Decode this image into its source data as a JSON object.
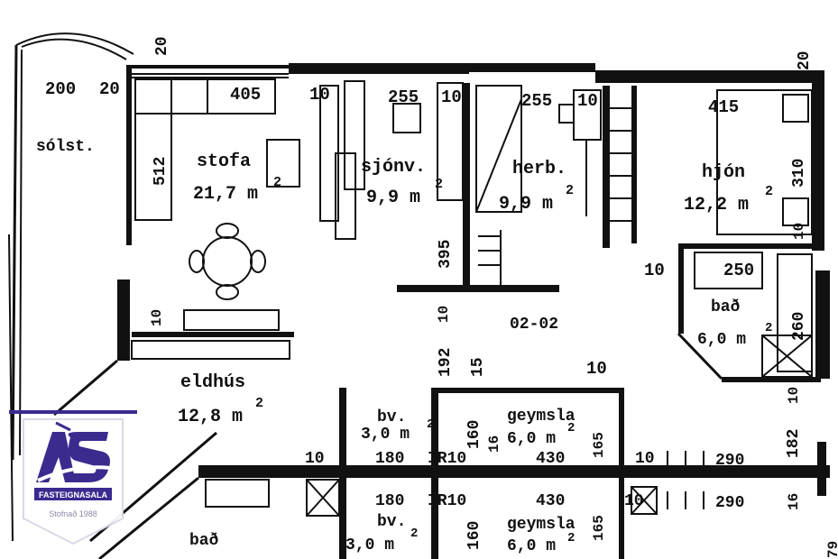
{
  "rooms": {
    "solstofa": "sólst.",
    "stofa": "stofa",
    "stofa_area": "21,7 m",
    "sjonv": "sjónv.",
    "sjonv_area": "9,9 m",
    "herb": "herb.",
    "herb_area": "9,9 m",
    "hjon": "hjón",
    "hjon_area": "12,2 m",
    "bad1": "bað",
    "bad1_area": "6,0 m",
    "eldhus": "eldhús",
    "eldhus_area": "12,8 m",
    "bv1": "bv.",
    "bv1_area": "3,0 m",
    "geymsla1": "geymsla",
    "geymsla1_area": "6,0 m",
    "bv2": "bv.",
    "bv2_area": "3,0 m",
    "geymsla2": "geymsla",
    "geymsla2_area": "6,0 m",
    "bad2": "bað",
    "sup": "2",
    "drawing_code": "02-02"
  },
  "dims": {
    "d200": "200",
    "d20a": "20",
    "d20b": "20",
    "d20c": "20",
    "d405": "405",
    "d10a": "10",
    "d255a": "255",
    "d10b": "10",
    "d255b": "255",
    "d10c": "10",
    "d415": "415",
    "d512": "512",
    "d310": "310",
    "d10d": "10",
    "d395": "395",
    "d10e": "10",
    "d250": "250",
    "d260": "260",
    "d10f": "10",
    "d10g": "10",
    "d192": "192",
    "d15": "15",
    "d10h": "10",
    "d10i": "10",
    "d182": "182",
    "d160a": "160",
    "d16a": "16",
    "d165a": "165",
    "d10j": "10",
    "d180a": "180",
    "ir10a": "IR10",
    "d430a": "430",
    "d10k": "10",
    "d290a": "290",
    "d180b": "180",
    "ir10b": "IR10",
    "d430b": "430",
    "d10l": "10",
    "d290b": "290",
    "d16b": "16",
    "d160b": "160",
    "d165b": "165",
    "d79": "79"
  },
  "logo": {
    "brand": "FASTEIGNASALA",
    "founded": "Stofnað 1988",
    "brand_color": "#3b2b8f"
  }
}
